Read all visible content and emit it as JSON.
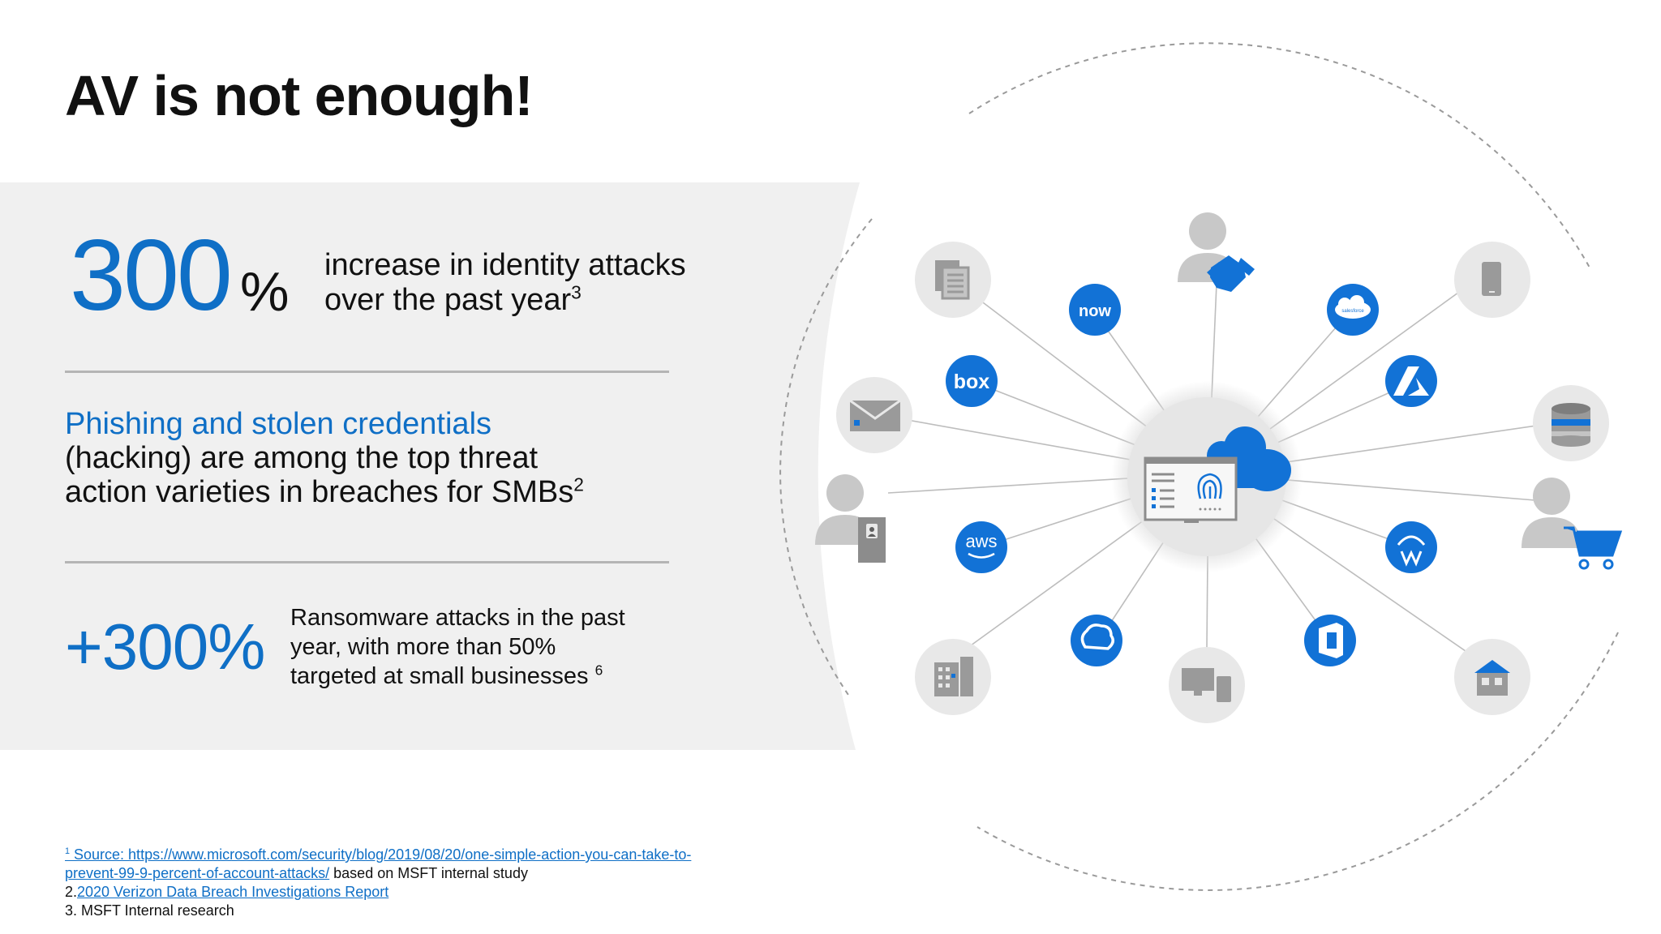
{
  "title": "AV is not enough!",
  "stats": {
    "identity": {
      "number": "300",
      "percent": "%",
      "line1": "increase in identity attacks",
      "line2": "over the past year",
      "footnote": "3"
    },
    "phishing": {
      "highlight": "Phishing and stolen credentials",
      "line2": "(hacking) are among the top threat",
      "line3": "action varieties in breaches for SMBs",
      "footnote": "2"
    },
    "ransomware": {
      "number": "+300%",
      "line1": "Ransomware attacks in the past",
      "line2": "year, with more than 50%",
      "line3": "targeted at small businesses",
      "footnote": "6"
    }
  },
  "references": {
    "ref1_marker": "1",
    "ref1_link_line1": " Source: https://www.microsoft.com/security/blog/2019/08/20/one-simple-action-you-can-take-to-",
    "ref1_link_line2": "prevent-99-9-percent-of-account-attacks/",
    "ref1_suffix": " based on MSFT internal study",
    "ref2_prefix": "2.",
    "ref2_link": "2020 Verizon Data Breach Investigations Report",
    "ref3": "3. MSFT Internal research"
  },
  "diagram": {
    "nodes": {
      "now": "now",
      "box": "box",
      "aws": "aws",
      "salesforce": "salesforce"
    }
  },
  "colors": {
    "accent": "#0f6fc6",
    "icon_blue": "#1272d6",
    "band": "#f0f0f0",
    "node_gray": "#e8e8e8",
    "icon_gray": "#9a9a9a"
  }
}
